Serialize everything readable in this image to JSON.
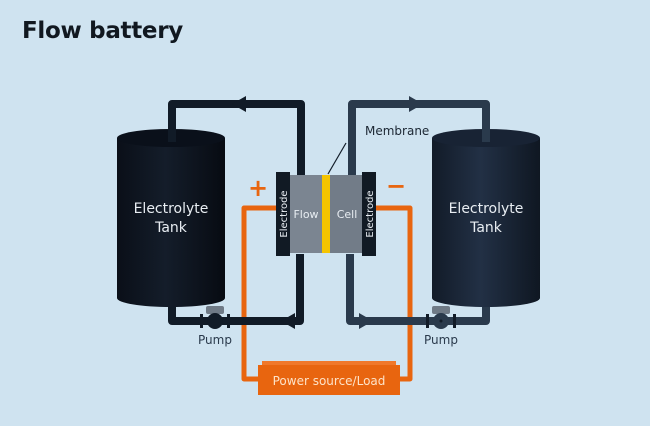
{
  "title": "Flow battery",
  "tanks": {
    "left": {
      "line1": "Electrolyte",
      "line2": "Tank"
    },
    "right": {
      "line1": "Electrolyte",
      "line2": "Tank"
    }
  },
  "cell": {
    "left_electrode": "Electrode",
    "right_electrode": "Electrode",
    "flow_label": "Flow",
    "cell_label": "Cell",
    "membrane_label": "Membrane"
  },
  "terminals": {
    "positive": "+",
    "negative": "−"
  },
  "pumps": {
    "left": "Pump",
    "right": "Pump"
  },
  "power_box": "Power source/Load",
  "colors": {
    "background": "#cfe3f0",
    "tank_left": "#0d1420",
    "tank_right": "#172231",
    "pipe_left": "#111b27",
    "pipe_right": "#2a3a4c",
    "wire": "#e8650f",
    "membrane": "#f5c400",
    "cell_body": "#7b8591",
    "electrode": "#111a24"
  }
}
